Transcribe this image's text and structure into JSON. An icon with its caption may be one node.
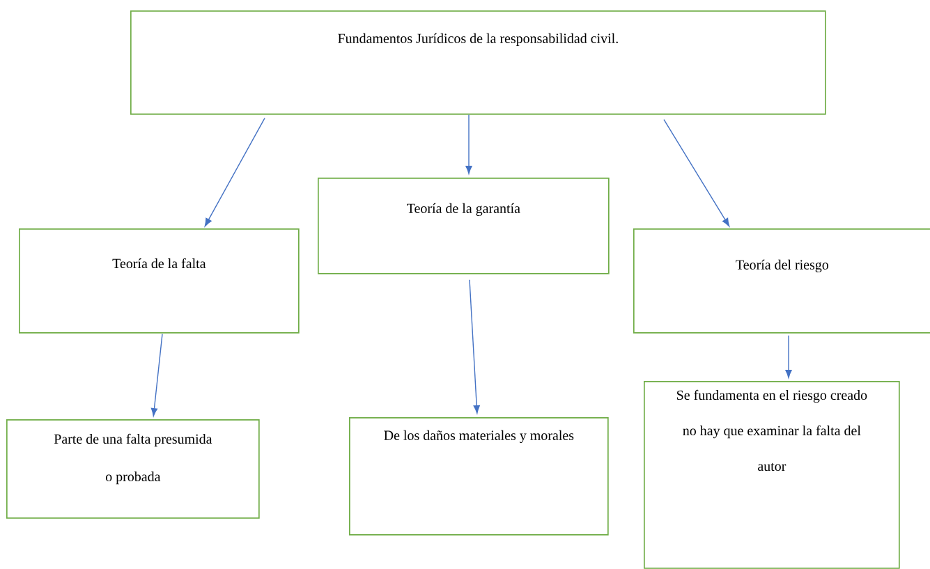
{
  "diagram": {
    "nodes": [
      {
        "text": [
          "Fundamentos Jurídicos de la responsabilidad civil."
        ]
      },
      {
        "text": [
          "Teoría de la falta"
        ]
      },
      {
        "text": [
          "Teoría de la garantía"
        ]
      },
      {
        "text": [
          "Teoría del riesgo"
        ]
      },
      {
        "text": [
          "Parte de una falta presumida o probada"
        ]
      },
      {
        "text": [
          "De los daños materiales y morales"
        ]
      },
      {
        "text": [
          "Se fundamenta en el riesgo creado no hay que examinar la falta del autor"
        ]
      }
    ],
    "edges": [
      {
        "from": 0,
        "to": 1,
        "arrow": "to"
      },
      {
        "from": 0,
        "to": 2,
        "arrow": "to"
      },
      {
        "from": 0,
        "to": 3,
        "arrow": "to"
      },
      {
        "from": 1,
        "to": 4,
        "arrow": "to"
      },
      {
        "from": 2,
        "to": 5,
        "arrow": "to"
      },
      {
        "from": 3,
        "to": 6,
        "arrow": "to"
      }
    ]
  }
}
